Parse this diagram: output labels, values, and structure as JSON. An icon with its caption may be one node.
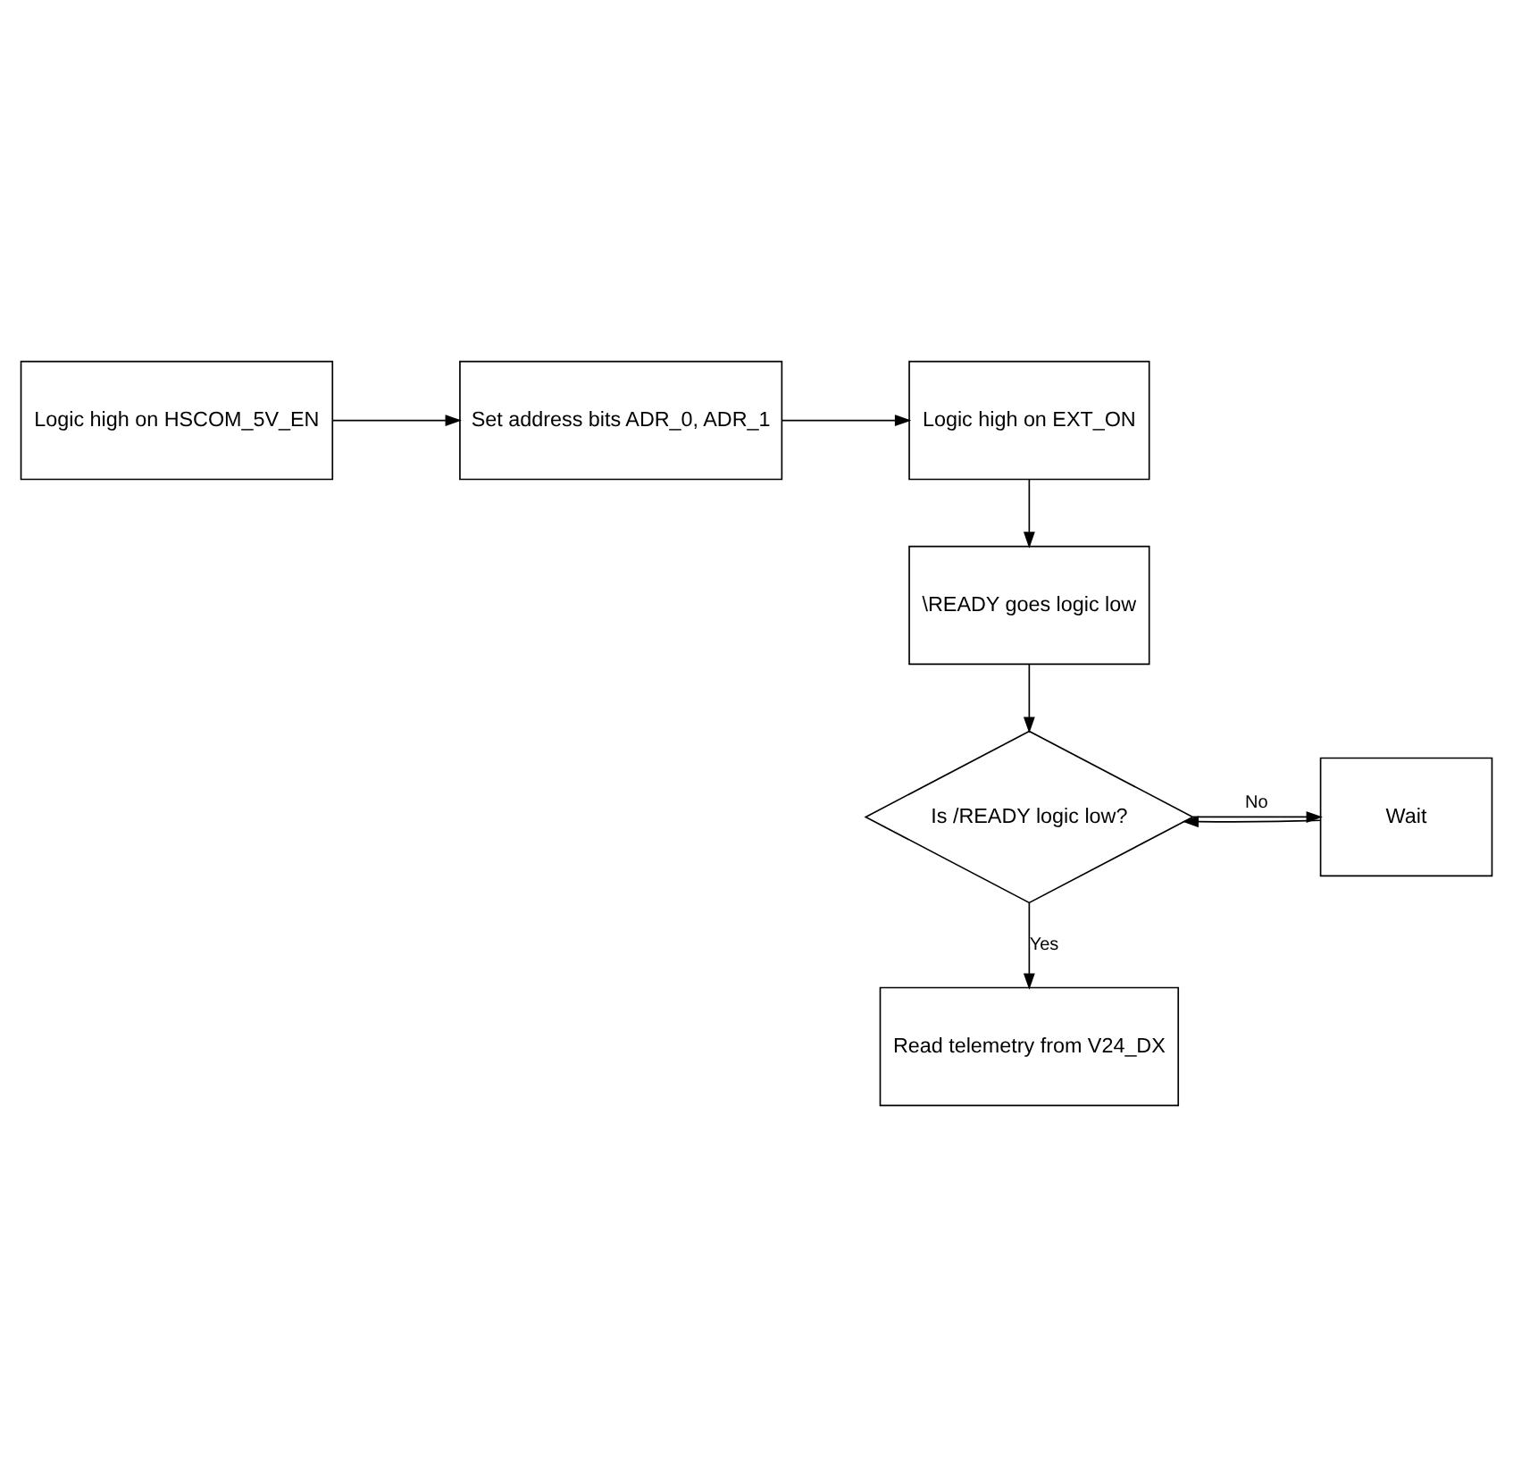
{
  "diagram": {
    "nodes": [
      {
        "text": [
          "Logic high on HSCOM_5V_EN"
        ]
      },
      {
        "text": [
          "Set address bits ADR_0, ADR_1"
        ]
      },
      {
        "text": [
          "Logic high on EXT_ON"
        ]
      },
      {
        "text": [
          "\\READY goes logic low"
        ]
      },
      {
        "text": [
          "Is /READY logic low?"
        ]
      },
      {
        "text": [
          "Wait"
        ]
      },
      {
        "text": [
          "Read telemetry from V24_DX"
        ]
      }
    ],
    "edges": [
      {
        "from": 0,
        "to": 1,
        "arrow": "to"
      },
      {
        "from": 1,
        "to": 2,
        "arrow": "to"
      },
      {
        "from": 2,
        "to": 3,
        "arrow": "to"
      },
      {
        "from": 3,
        "to": 4,
        "arrow": "to"
      },
      {
        "from": 4,
        "to": 5,
        "arrow": "to",
        "label": "No"
      },
      {
        "from": 5,
        "to": 4,
        "arrow": "to"
      },
      {
        "from": 4,
        "to": 6,
        "arrow": "to",
        "label": "Yes"
      }
    ]
  }
}
